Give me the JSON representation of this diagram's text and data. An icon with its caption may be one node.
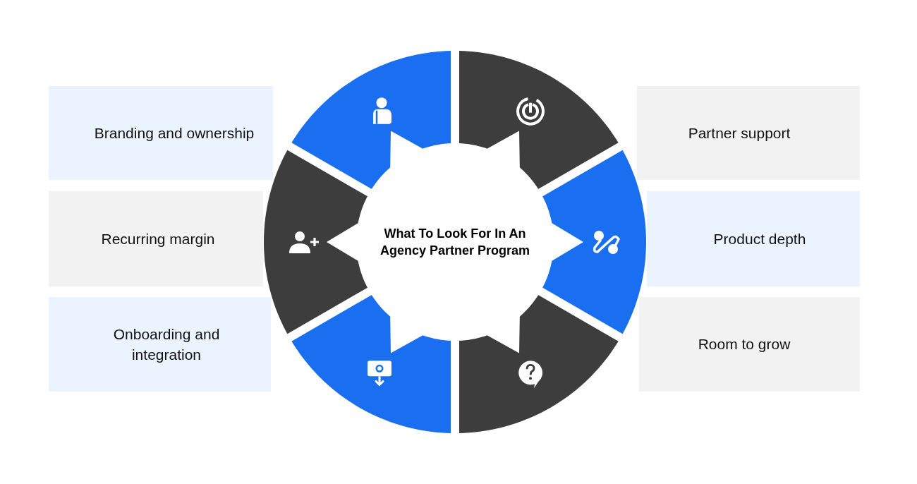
{
  "diagram": {
    "nodes": [
      {
        "text": [
          "What To Look For In An Agency Partner Program"
        ]
      },
      {
        "text": [
          "Branding and ownership"
        ]
      },
      {
        "text": [
          "Partner support"
        ]
      },
      {
        "text": [
          "Recurring margin"
        ]
      },
      {
        "text": [
          "Product depth"
        ]
      },
      {
        "text": [
          "Onboarding and integration"
        ]
      },
      {
        "text": [
          "Room to grow"
        ]
      }
    ]
  }
}
